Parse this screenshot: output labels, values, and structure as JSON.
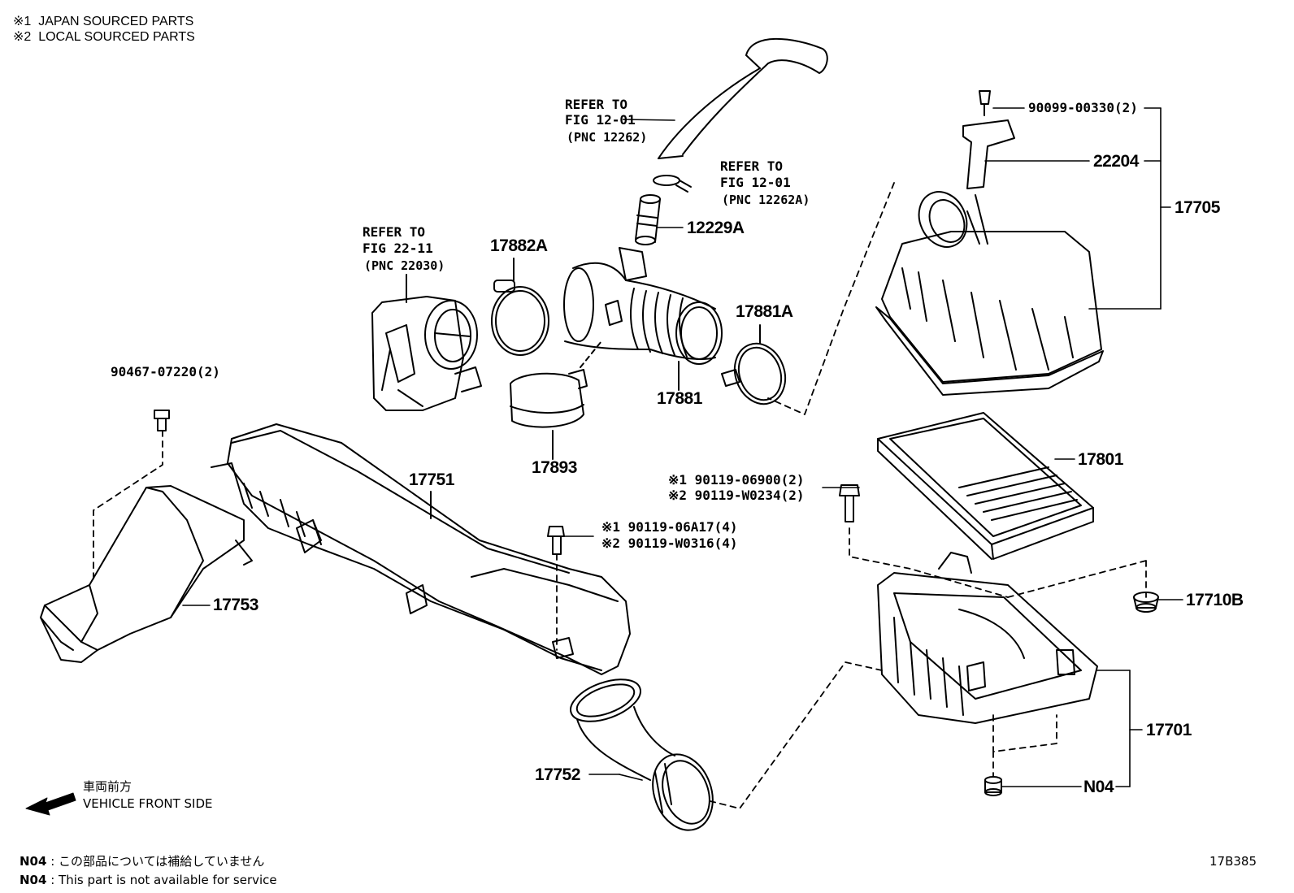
{
  "legend": {
    "line1": "※1  JAPAN SOURCED PARTS",
    "line2": "※2  LOCAL SOURCED PARTS"
  },
  "callouts": {
    "refer_hose": [
      "REFER TO",
      "FIG 12-01",
      "(PNC 12262)"
    ],
    "refer_clamp": [
      "REFER TO",
      "FIG 12-01",
      "(PNC 12262A)"
    ],
    "refer_throttle": [
      "REFER TO",
      "FIG 22-11",
      "(PNC 22030)"
    ]
  },
  "parts": {
    "p12229A": "12229A",
    "p17882A": "17882A",
    "p17881A": "17881A",
    "p17881": "17881",
    "p17893": "17893",
    "p17751": "17751",
    "p17753": "17753",
    "p17752": "17752",
    "p17801": "17801",
    "p17705": "17705",
    "p22204": "22204",
    "p17710B": "17710B",
    "p17701": "17701",
    "pN04": "N04",
    "bolt_90099": "90099-00330(2)",
    "bolt_90467": "90467-07220(2)",
    "bolt_a1": "※1 90119-06900(2)",
    "bolt_a2": "※2 90119-W0234(2)",
    "bolt_b1": "※1 90119-06A17(4)",
    "bolt_b2": "※2 90119-W0316(4)"
  },
  "direction": {
    "jp": "車両前方",
    "en": "VEHICLE FRONT SIDE"
  },
  "notes": {
    "jp_prefix": "N04",
    "jp_text": " : この部品については補給していません",
    "en_prefix": "N04",
    "en_text": " : This part is not available for service"
  },
  "figure_code": "17B385"
}
